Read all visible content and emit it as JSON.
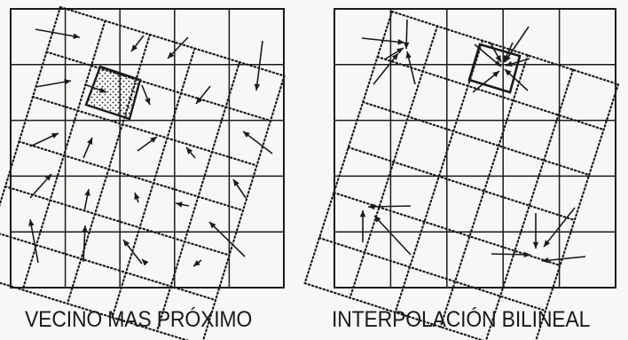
{
  "captions": {
    "left": "VECINO MAS PRÓXIMO",
    "right": "INTERPOLACIÓN BILINEAL"
  },
  "colors": {
    "background": "#f7f7f5",
    "ink": "#1a1a1a"
  },
  "panels": [
    {
      "id": "left",
      "label_key": "captions.left",
      "grid": {
        "rows": 5,
        "cols": 5
      },
      "rotated_grid": "dotted",
      "highlight_cell": "dotted-fill"
    },
    {
      "id": "right",
      "label_key": "captions.right",
      "grid": {
        "rows": 5,
        "cols": 5
      },
      "rotated_grid": "dotted",
      "highlight_cell": "vector-star"
    }
  ]
}
